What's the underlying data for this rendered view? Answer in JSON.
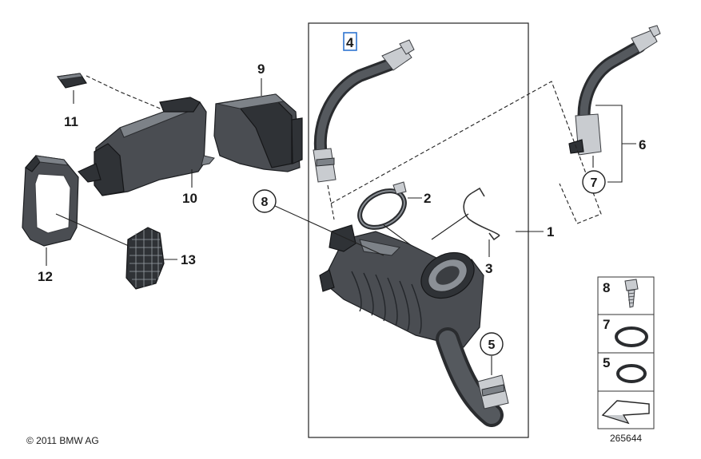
{
  "callouts": {
    "c1": "1",
    "c2": "2",
    "c3": "3",
    "c4": "4",
    "c5": "5",
    "c6": "6",
    "c7": "7",
    "c8": "8",
    "c9": "9",
    "c10": "10",
    "c11": "11",
    "c12": "12",
    "c13": "13"
  },
  "legend": {
    "row1": "8",
    "row2": "7",
    "row3": "5"
  },
  "copyright": "© 2011 BMW AG",
  "diagram_id": "265644",
  "colors": {
    "part": "#4a4d52",
    "highlight": "#2f74d0",
    "line": "#222222"
  }
}
